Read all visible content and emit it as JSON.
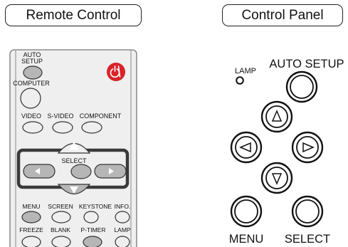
{
  "remote": {
    "title": "Remote Control",
    "auto_setup_line1": "AUTO",
    "auto_setup_line2": "SETUP",
    "computer": "COMPUTER",
    "video": "VIDEO",
    "svideo": "S-VIDEO",
    "component": "COMPONENT",
    "select": "SELECT",
    "menu": "MENU",
    "screen": "SCREEN",
    "keystone": "KEYSTONE",
    "info": "INFO.",
    "freeze": "FREEZE",
    "blank": "BLANK",
    "ptimer": "P-TIMER",
    "lamp": "LAMP",
    "power_icon": "power-icon",
    "power_color": "#d8232a"
  },
  "panel": {
    "title": "Control Panel",
    "lamp": "LAMP",
    "auto_setup": "AUTO SETUP",
    "menu": "MENU",
    "select": "SELECT",
    "up_symbol": "Δ",
    "down_symbol": "∇",
    "left_symbol": "◁",
    "right_symbol": "▷"
  },
  "colors": {
    "button_gray": "#b6b6b6",
    "body_light": "#efefef",
    "highlight_border": "#3a3a3a"
  }
}
